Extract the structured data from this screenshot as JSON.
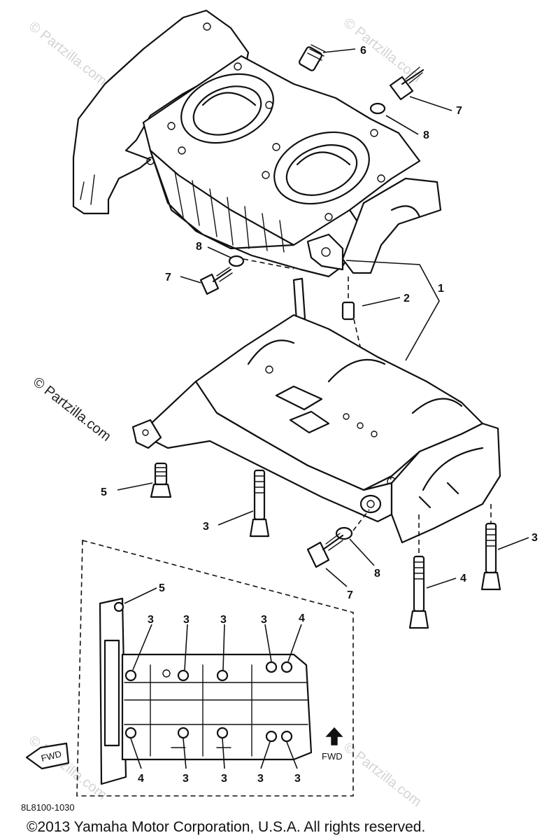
{
  "watermark": "© Partzilla.com",
  "copyright": "©2013 Yamaha Motor Corporation, U.S.A. All rights reserved.",
  "diagram_code": "8L8100-1030",
  "fwd_label": "FWD",
  "callouts": [
    "1",
    "2",
    "3",
    "4",
    "5",
    "6",
    "7",
    "8"
  ]
}
